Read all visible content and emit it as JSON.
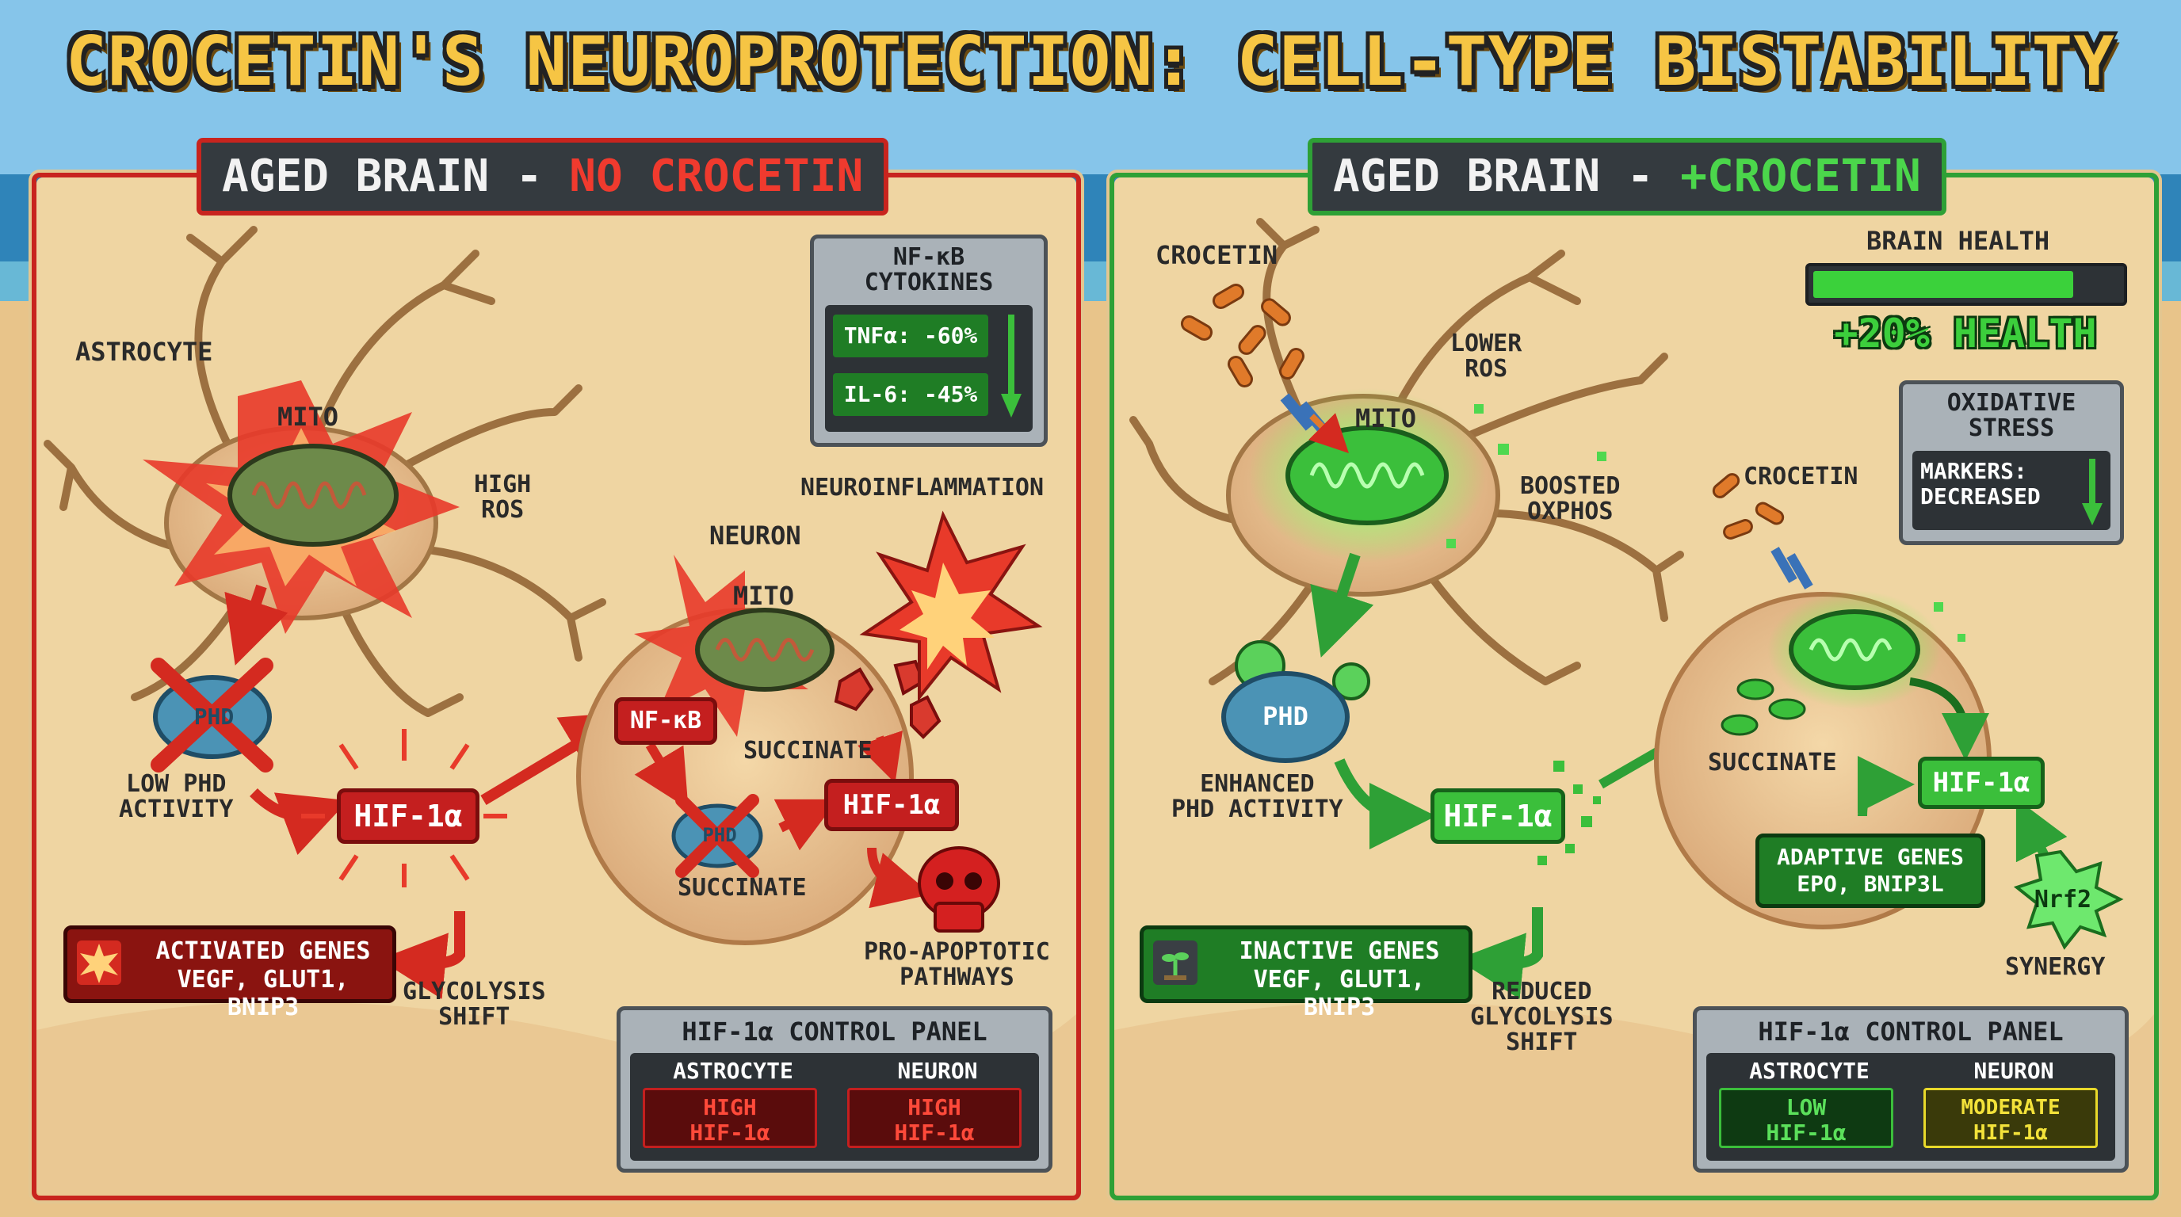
{
  "title": "CROCETIN'S NEUROPROTECTION: CELL-TYPE BISTABILITY",
  "left": {
    "header_prefix": "AGED BRAIN - ",
    "header_highlight": "NO CROCETIN",
    "astrocyte_label": "ASTROCYTE",
    "astro_mito": "MITO",
    "high_ros": "HIGH\nROS",
    "phd_label": "PHD",
    "low_phd": "LOW PHD\nACTIVITY",
    "hif_astro": "HIF-1α",
    "activated_genes_title": "ACTIVATED GENES",
    "activated_genes_list": "VEGF, GLUT1, BNIP3",
    "glycolysis_shift": "GLYCOLYSIS\nSHIFT",
    "neuron_label": "NEURON",
    "neuron_mito": "MITO",
    "nfkb": "NF-κB",
    "succinate_top": "SUCCINATE",
    "succinate_bottom": "SUCCINATE",
    "phd_neuron": "PHD",
    "hif_neuron": "HIF-1α",
    "neuroinflammation": "NEUROINFLAMMATION",
    "pro_apoptotic": "PRO-APOPTOTIC\nPATHWAYS",
    "cytokines": {
      "title": "NF-κB\nCYTOKINES",
      "tnf": "TNFα: -60%",
      "il6": "IL-6: -45%"
    },
    "control_panel": {
      "title": "HIF-1α CONTROL PANEL",
      "col1": "ASTROCYTE",
      "col2": "NEURON",
      "val1": "HIGH\nHIF-1α",
      "val2": "HIGH\nHIF-1α"
    }
  },
  "right": {
    "header_prefix": "AGED BRAIN - ",
    "header_highlight": "+CROCETIN",
    "crocetin_top": "CROCETIN",
    "astro_mito": "MITO",
    "lower_ros": "LOWER\nROS",
    "boosted_oxphos": "BOOSTED\nOXPHOS",
    "phd_label": "PHD",
    "enhanced_phd": "ENHANCED\nPHD ACTIVITY",
    "hif_astro": "HIF-1α",
    "inactive_genes_title": "INACTIVE GENES",
    "inactive_genes_list": "VEGF, GLUT1, BNIP3",
    "reduced_glycolysis": "REDUCED\nGLYCOLYSIS\nSHIFT",
    "crocetin_neuron": "CROCETIN",
    "succinate": "SUCCINATE",
    "hif_neuron": "HIF-1α",
    "adaptive_genes_title": "ADAPTIVE GENES",
    "adaptive_genes_list": "EPO, BNIP3L",
    "nrf2": "Nrf2",
    "synergy": "SYNERGY",
    "brain_health": {
      "title": "BRAIN HEALTH",
      "value": "+20% HEALTH",
      "fill_fraction": 0.85
    },
    "oxidative": {
      "title": "OXIDATIVE\nSTRESS",
      "markers": "MARKERS:\nDECREASED"
    },
    "control_panel": {
      "title": "HIF-1α CONTROL PANEL",
      "col1": "ASTROCYTE",
      "col2": "NEURON",
      "val1": "LOW\nHIF-1α",
      "val2": "MODERATE\nHIF-1α"
    }
  },
  "colors": {
    "alarm_red": "#c41f1f",
    "protect_green": "#3bbf3b",
    "title_gold": "#f6c544",
    "sand": "#edd098"
  }
}
